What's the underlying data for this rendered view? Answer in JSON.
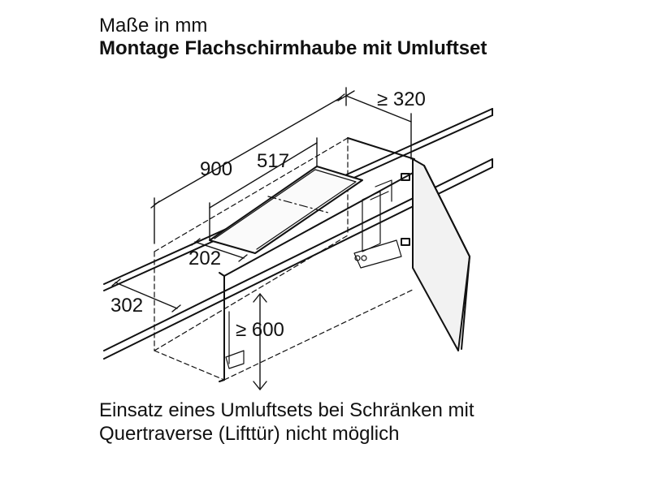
{
  "header": {
    "subtitle": "Maße in mm",
    "title": "Montage Flachschirmhaube mit Umluftset"
  },
  "dimensions": {
    "depth_min": "≥ 320",
    "width": "900",
    "hob_width": "517",
    "front_offset": "202",
    "cabinet_depth": "302",
    "height_min": "≥ 600"
  },
  "footer": {
    "note_line1": "Einsatz eines Umluftsets bei Schränken mit",
    "note_line2": "Quertraverse (Lifttür) nicht möglich"
  },
  "colors": {
    "line": "#111111",
    "door_fill": "#f2f2f2"
  }
}
